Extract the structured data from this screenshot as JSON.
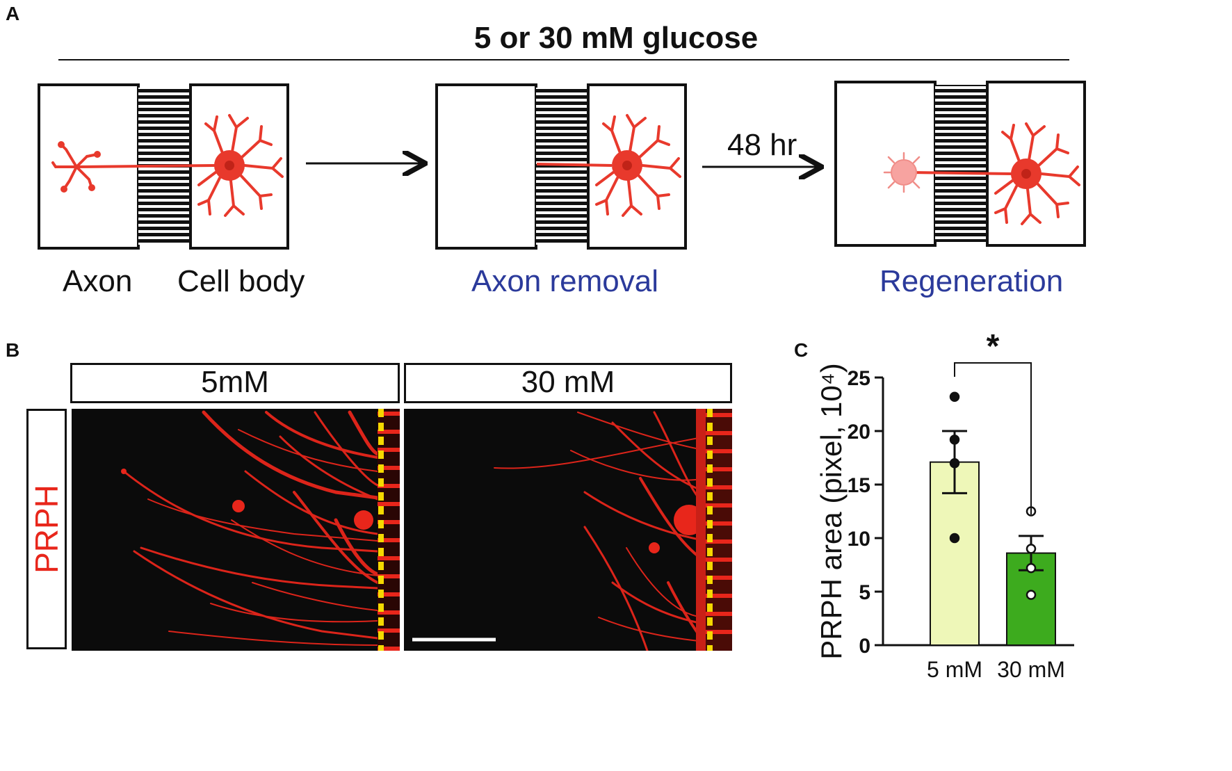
{
  "panel_a": {
    "letter": "A",
    "title": "5 or 30 mM glucose",
    "time_label": "48 hr",
    "labels": {
      "axon": "Axon",
      "cell_body": "Cell body",
      "axon_removal": "Axon removal",
      "regeneration": "Regeneration"
    },
    "colors": {
      "neuron": "#e8392c",
      "caption_blue": "#2b3a9b"
    }
  },
  "panel_b": {
    "letter": "B",
    "conditions": [
      "5mM",
      "30 mM"
    ],
    "stain": "PRPH",
    "colors": {
      "stain": "#e8261b",
      "barrier": "#f5d800"
    }
  },
  "panel_c": {
    "letter": "C",
    "significance": "*",
    "chart_data": {
      "type": "bar",
      "categories": [
        "5 mM",
        "30 mM"
      ],
      "values": [
        17.1,
        8.6
      ],
      "sem": [
        2.9,
        1.6
      ],
      "points": [
        [
          23.2,
          19.2,
          17.0,
          10.0
        ],
        [
          12.5,
          9.0,
          7.2,
          4.7
        ]
      ],
      "point_fill": [
        "filled",
        "open"
      ],
      "bar_colors": [
        "#eef7b8",
        "#3dab1e"
      ],
      "ylabel": "PRPH area (pixel, 10⁴)",
      "ylim": [
        0,
        25
      ],
      "yticks": [
        "0",
        "5",
        "10",
        "15",
        "20",
        "25"
      ],
      "ytick_values": [
        0,
        5,
        10,
        15,
        20,
        25
      ]
    }
  }
}
